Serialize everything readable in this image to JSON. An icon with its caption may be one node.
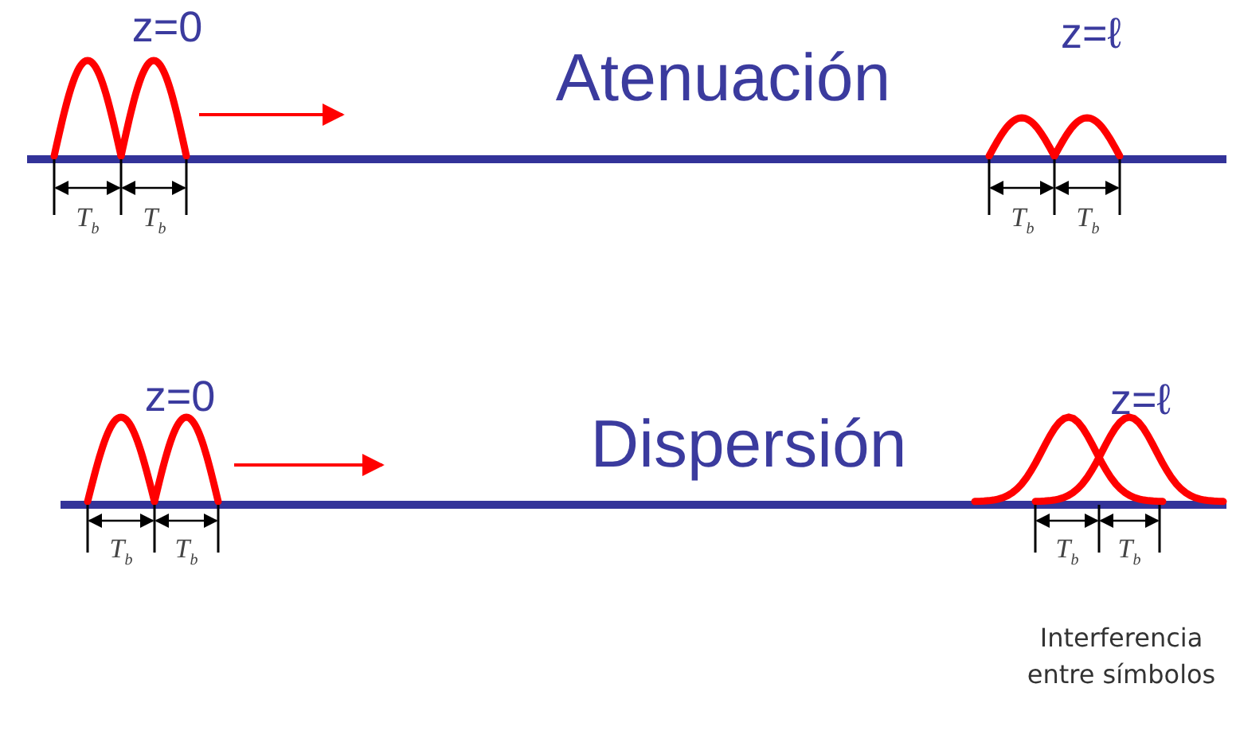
{
  "diagram": {
    "labels": [
      "z=0",
      "Atenuación",
      "z=ℓ",
      "T$_{b}$",
      "T$_{b}$",
      "T$_{b}$",
      "T$_{b}$",
      "z=0",
      "Dispersión",
      "z=ℓ",
      "T$_{b}$",
      "T$_{b}$",
      "T$_{b}$",
      "T$_{b}$",
      "Interferencia entre símbolos"
    ]
  }
}
